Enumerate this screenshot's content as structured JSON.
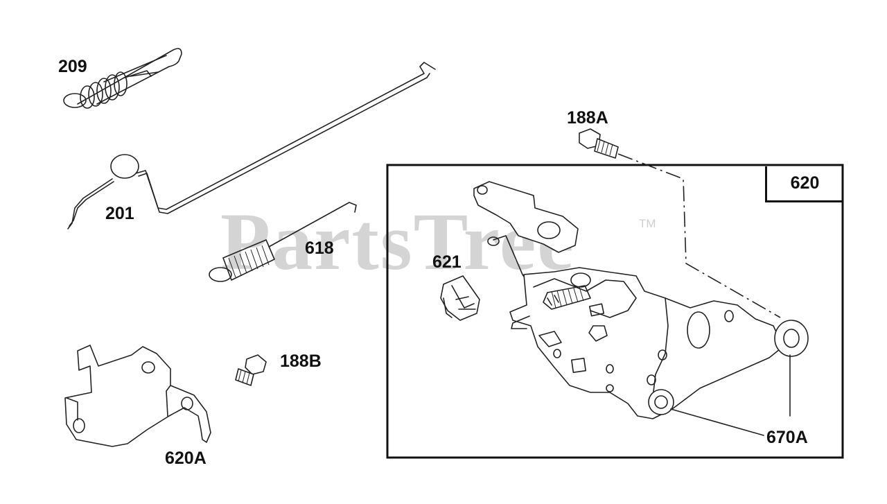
{
  "watermark": {
    "text": "PartsTree",
    "trademark": "TM"
  },
  "labels": {
    "p209": "209",
    "p201": "201",
    "p618": "618",
    "p621": "621",
    "p188A": "188A",
    "p188B": "188B",
    "p620A": "620A",
    "p620": "620",
    "p670A": "670A"
  },
  "colors": {
    "line": "#222222",
    "watermark": "#d4d4d4",
    "background": "#ffffff"
  }
}
